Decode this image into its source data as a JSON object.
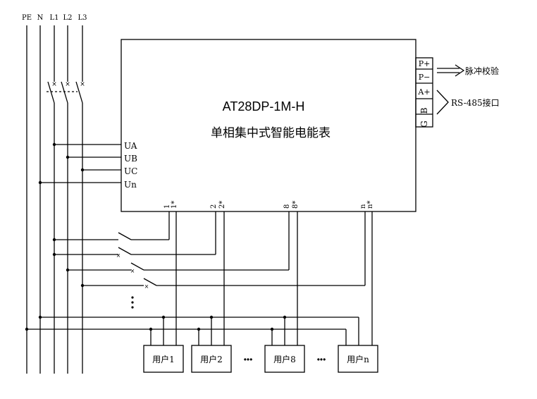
{
  "bus_labels": [
    "PE",
    "N",
    "L1",
    "L2",
    "L3"
  ],
  "meter": {
    "model": "AT28DP-1M-H",
    "name": "单相集中式智能电能表",
    "voltage_terminals": [
      "UA",
      "UB",
      "UC",
      "Un"
    ],
    "outputs": [
      {
        "a": "1",
        "b": "1*"
      },
      {
        "a": "2",
        "b": "2*"
      },
      {
        "a": "8",
        "b": "8*"
      },
      {
        "a": "n",
        "b": "n*"
      }
    ],
    "port_terminals": [
      "P+",
      "P−",
      "A+",
      "B",
      "G"
    ],
    "pulse_label": "脉冲校验",
    "rs485_label": "RS-485接口"
  },
  "users": [
    "用户1",
    "用户2",
    "用户8",
    "用户n"
  ],
  "ellipsis": "•••"
}
